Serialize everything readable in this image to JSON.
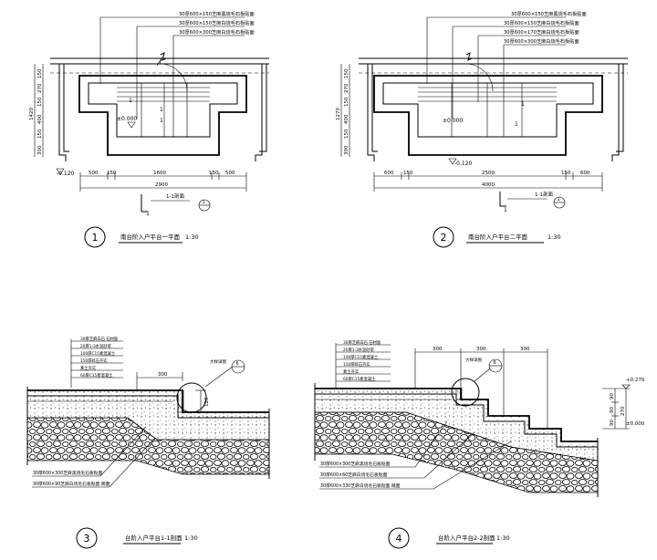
{
  "drawings": [
    {
      "number": "1",
      "title": "南台阶入户平台一平面",
      "scale": "1:30",
      "section_mark": "1-1剖面",
      "section_ref": "1",
      "level_inner": "±0.000",
      "level_outer": "-0.120",
      "callouts": [
        "30厚600×150芝麻黑烧毛石板贴面",
        "30厚600×150芝麻白烧毛石板贴面",
        "30厚600×300芝麻白烧毛石板贴面"
      ],
      "dims_bottom": [
        "500",
        "150",
        "1600",
        "150",
        "500"
      ],
      "dim_total": "2900",
      "dims_left": [
        "300",
        "150",
        "400",
        "150",
        "270",
        "150"
      ],
      "dim_left_total": "1420",
      "stair_labels": [
        "1",
        "1",
        "1"
      ]
    },
    {
      "number": "2",
      "title": "南台阶入户平台二平面",
      "scale": "1:30",
      "section_mark": "1-1剖面",
      "section_ref": "1",
      "level_inner": "±0.000",
      "level_outer": "-0.120",
      "callouts": [
        "30厚600×150芝麻黑烧毛石板贴面",
        "30厚600×150芝麻白烧毛石板贴面",
        "30厚600×170芝麻白烧毛石板贴面",
        "30厚600×300芝麻白烧毛石板贴面"
      ],
      "dims_bottom": [
        "600",
        "150",
        "2500",
        "150",
        "600"
      ],
      "dim_total": "4000",
      "dims_left": [
        "300",
        "150",
        "400",
        "150",
        "270",
        "150"
      ],
      "dim_left_total": "1270",
      "stair_labels": [
        "1",
        "1"
      ]
    },
    {
      "number": "3",
      "title": "台阶入户平台1-1剖面",
      "scale": "1:30",
      "section_ref": "6",
      "detail_label": "大样详图",
      "dim_top": "300",
      "dim_right": "120",
      "layer_notes": [
        "30厚芝麻白石 石材面",
        "20厚1:3水泥砂浆",
        "100厚C15素混凝土",
        "150厚碎石夯实",
        "素土夯实",
        "60厚C15素混凝土"
      ],
      "callouts": [
        "30厚600×300芝麻黑烧毛石板贴面",
        "30厚600×90芝麻白烧毛石板贴面 踢面"
      ]
    },
    {
      "number": "4",
      "title": "台阶入户平台2-2剖面",
      "scale": "1:30",
      "section_ref": "6",
      "detail_label": "大样详图",
      "dims_top": [
        "300",
        "300",
        "300"
      ],
      "dims_right": [
        "90",
        "90",
        "90"
      ],
      "dim_right_total": "270",
      "level_top": "+0.270",
      "level_bottom": "±0.000",
      "layer_notes": [
        "30厚芝麻白石 石材面",
        "20厚1:3水泥砂浆",
        "100厚C15素混凝土",
        "150厚碎石夯实",
        "素土夯实",
        "60厚C15素混凝土"
      ],
      "callouts": [
        "30厚600×300芝麻黑烧毛石板贴面",
        "30厚600×60芝麻白烧毛石板贴面",
        "30厚600×330芝麻白烧毛石板贴面 踏面"
      ]
    }
  ]
}
